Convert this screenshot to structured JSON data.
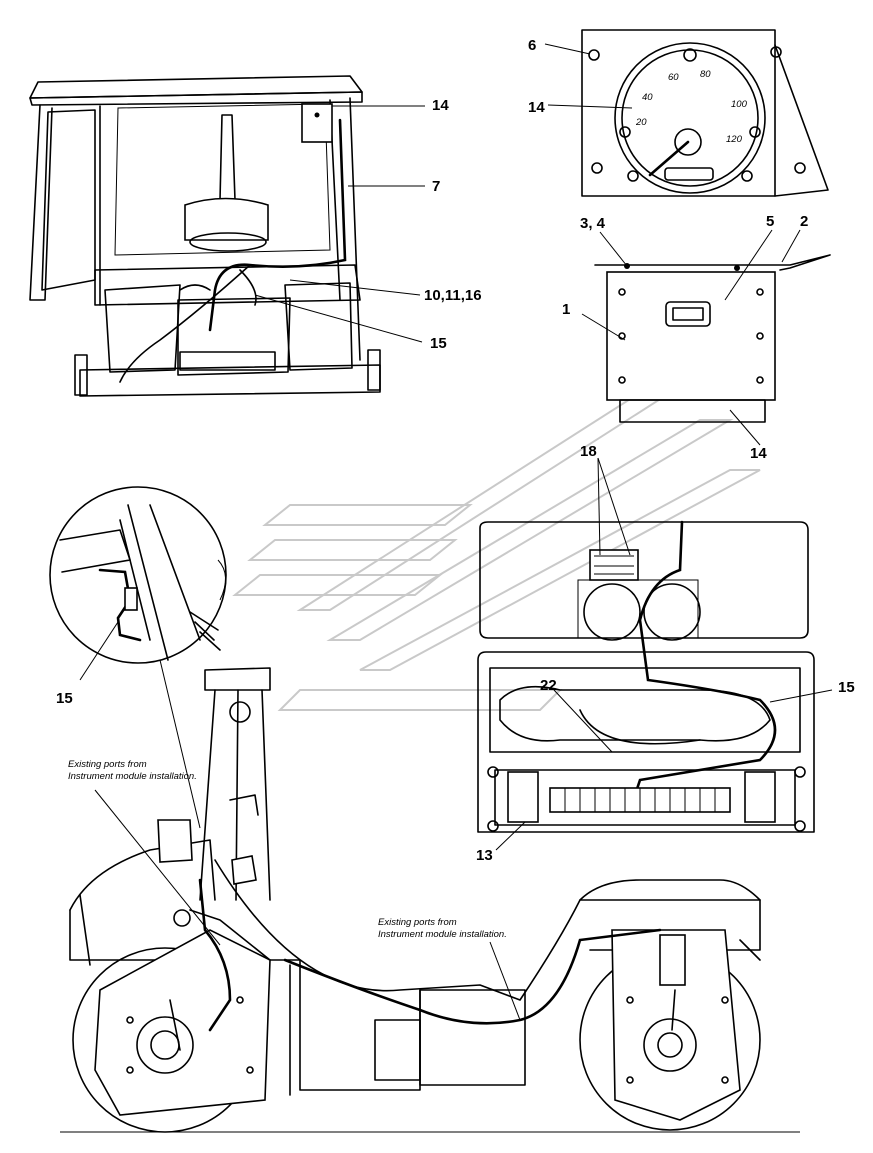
{
  "callouts": {
    "c1": "1",
    "c2": "2",
    "c3_4": "3, 4",
    "c5": "5",
    "c6": "6",
    "c7": "7",
    "c10_11_16": "10,11,16",
    "c13": "13",
    "c14_cab": "14",
    "c14_gauge": "14",
    "c14_box": "14",
    "c15_cab": "15",
    "c15_detail": "15",
    "c15_box": "15",
    "c18": "18",
    "c22": "22"
  },
  "notes": {
    "existing_ports_1_line1": "Existing ports from",
    "existing_ports_1_line2": "Instrument module installation.",
    "existing_ports_2_line1": "Existing ports from",
    "existing_ports_2_line2": "Instrument module installation."
  },
  "gauge": {
    "ticks": [
      "20",
      "40",
      "60",
      "80",
      "100",
      "120"
    ]
  }
}
